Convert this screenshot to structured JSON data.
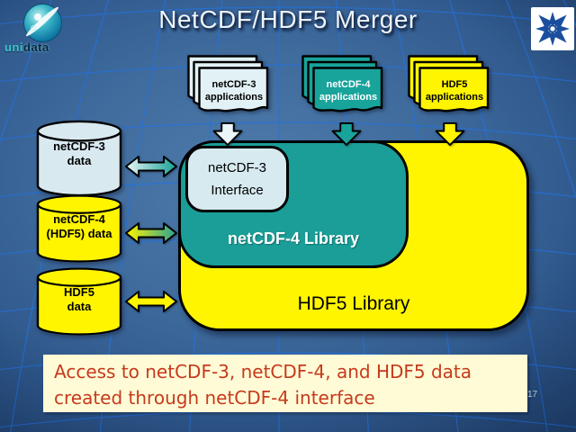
{
  "slide": {
    "title": "NetCDF/HDF5 Merger",
    "page_number": "17"
  },
  "logos": {
    "unidata": {
      "uni": "uni",
      "data": "data"
    },
    "ncar": {
      "icon": "eight-point-star-icon",
      "color": "#1b4f9e"
    }
  },
  "app_stacks": [
    {
      "label": "netCDF-3\napplications",
      "fill": "#e2f1f6",
      "arrow_fill": "#eaf6f8"
    },
    {
      "label": "netCDF-4\napplications",
      "fill": "#18a39b",
      "arrow_fill": "#18a39b"
    },
    {
      "label": "HDF5\napplications",
      "fill": "#fff500",
      "arrow_fill": "#fff500"
    }
  ],
  "data_stores": [
    {
      "label": "netCDF-3\ndata",
      "fill": "#d9e9f0"
    },
    {
      "label": "netCDF-4\n(HDF5) data",
      "fill": "#fff500"
    },
    {
      "label": "HDF5\ndata",
      "fill": "#fff500"
    }
  ],
  "libraries": {
    "hdf5": {
      "label": "HDF5 Library",
      "fill": "#fff500"
    },
    "netcdf4": {
      "label": "netCDF-4 Library",
      "fill": "#1a9e97"
    },
    "netcdf3_interface": {
      "label": "netCDF-3\nInterface",
      "fill": "#d7eaf0"
    }
  },
  "caption": {
    "line1": "Access to netCDF-3, netCDF-4, and HDF5 data",
    "line2": "created through netCDF-4 interface",
    "text_color": "#c63a1d",
    "background": "#fffbd6"
  },
  "colors": {
    "background_center": "#4f7cab",
    "background_edge": "#0d2341",
    "grid_line": "#2272e2",
    "title_text": "#edf4fb"
  }
}
